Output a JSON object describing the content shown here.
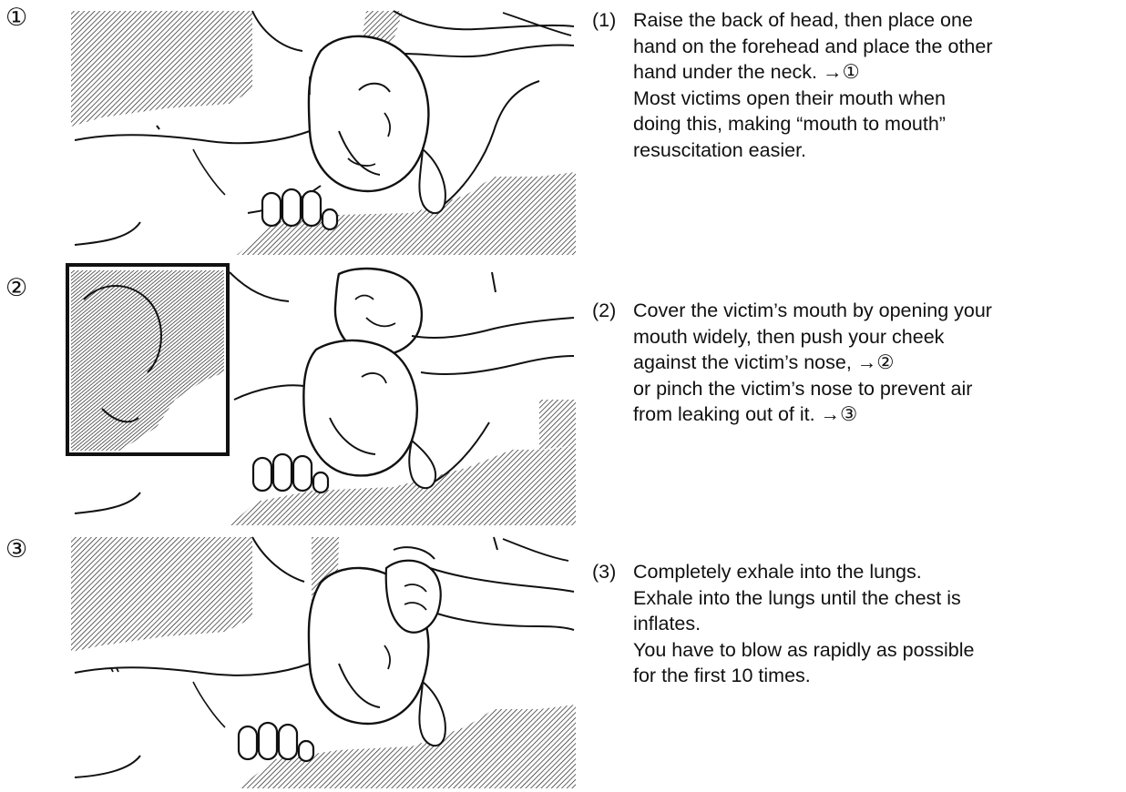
{
  "steps": [
    {
      "marker": "①",
      "number": "(1)",
      "lines": [
        "Raise the back of head, then place one",
        "hand on the forehead and place the other",
        "hand under the neck.  →①",
        "Most victims open their mouth when",
        "doing this, making “mouth to mouth”",
        "resuscitation easier."
      ]
    },
    {
      "marker": "②",
      "number": "(2)",
      "lines": [
        "Cover the victim’s mouth by opening your",
        "mouth widely, then push your cheek",
        "against the victim’s nose,  →②",
        "or pinch the victim’s nose to prevent air",
        "from leaking out of it.  →③"
      ]
    },
    {
      "marker": "③",
      "number": "(3)",
      "lines": [
        "Completely exhale into the lungs.",
        "Exhale into the lungs until the chest is",
        "inflates.",
        "You have to blow as rapidly as possible",
        "for the first 10 times."
      ]
    }
  ],
  "illustrations": [
    "head-tilt-neck-lift",
    "mouth-to-mouth-cheek-seal",
    "mouth-to-mouth-nose-pinch"
  ]
}
